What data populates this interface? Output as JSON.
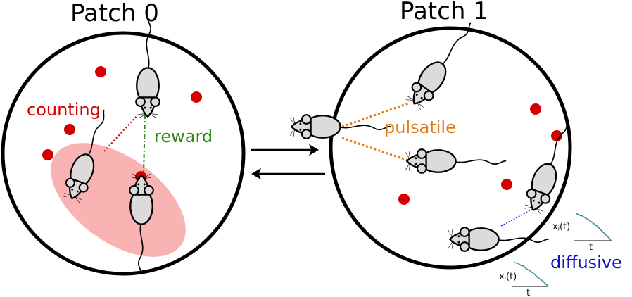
{
  "patches": [
    {
      "title": "Patch 0"
    },
    {
      "title": "Patch 1"
    }
  ],
  "labels": {
    "counting": "counting",
    "reward": "reward",
    "pulsatile": "pulsatile",
    "diffusive": "diffusive"
  },
  "plots": [
    {
      "ylabel": "xᵢ(t)",
      "xlabel": "t"
    },
    {
      "ylabel": "xⱼ(t)",
      "xlabel": "t"
    }
  ],
  "colors": {
    "reward_dot": "#d40000",
    "counting": "#d40000",
    "reward": "#2a8a14",
    "pulsatile": "#e07b16",
    "diffusive": "#1010c8",
    "group_ellipse": "#f9b3b3",
    "trace": "#3a8fa0"
  }
}
